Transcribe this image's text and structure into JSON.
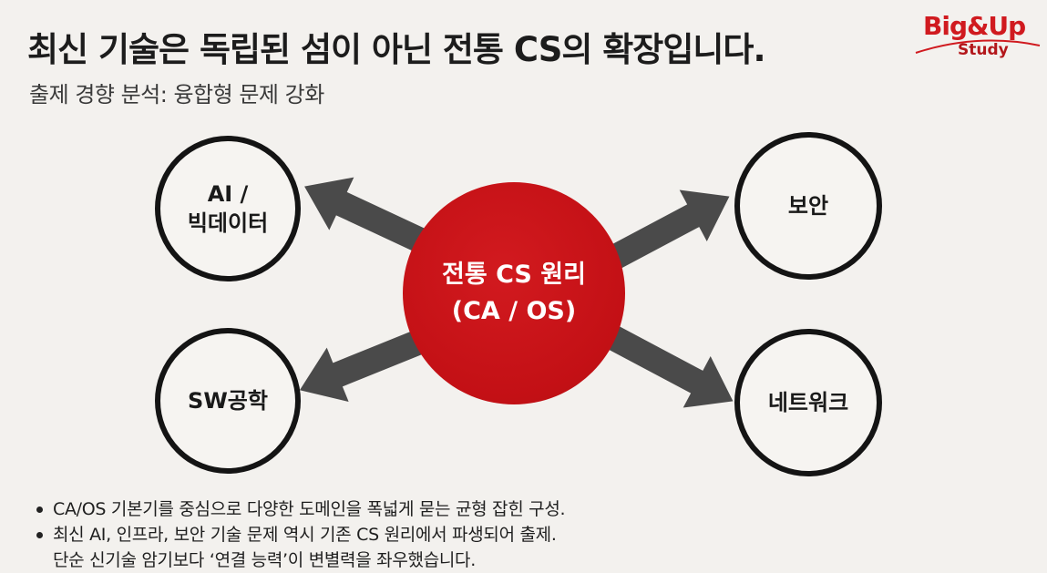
{
  "header": {
    "headline": "최신 기술은 독립된 섬이 아닌 전통 CS의 확장입니다.",
    "subtitle": "출제 경향 분석: 융합형 문제 강화"
  },
  "logo": {
    "main": "Big&Up",
    "sub": "Study",
    "brand_color": "#d01a1f"
  },
  "diagram": {
    "center": {
      "line1": "전통 CS 원리",
      "line2": "(CA / OS)",
      "color": "#c31015"
    },
    "nodes": {
      "ai": {
        "line1": "AI /",
        "line2": "빅데이터"
      },
      "security": {
        "label": "보안"
      },
      "sw": {
        "label": "SW공학"
      },
      "network": {
        "label": "네트워크"
      }
    },
    "arrow_color": "#4a4a4a",
    "arrow_icon": "thick-arrow-icon"
  },
  "bullets": {
    "item1": "CA/OS 기본기를 중심으로 다양한 도메인을 폭넓게 묻는 균형 잡힌 구성.",
    "item2": "최신 AI, 인프라, 보안 기술 문제 역시 기존 CS 원리에서 파생되어 출제.",
    "item2_cont": "단순 신기술 암기보다 ‘연결 능력’이 변별력을 좌우했습니다."
  }
}
